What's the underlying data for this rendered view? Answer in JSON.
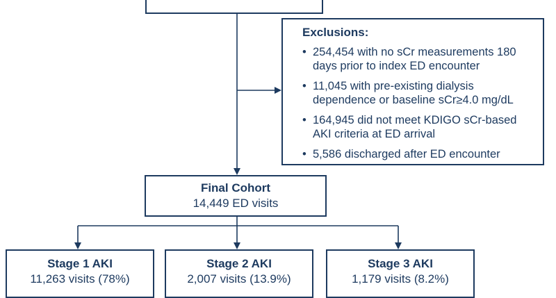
{
  "flowchart": {
    "exclusions": {
      "title": "Exclusions:",
      "items": [
        "254,454 with no sCr measurements 180 days prior to index ED encounter",
        "11,045 with pre-existing dialysis dependence or baseline sCr≥4.0 mg/dL",
        "164,945 did not meet KDIGO sCr-based AKI criteria at ED arrival",
        "5,586 discharged after ED encounter"
      ]
    },
    "final_cohort": {
      "title": "Final Cohort",
      "subtitle": "14,449 ED visits"
    },
    "stages": [
      {
        "title": "Stage 1 AKI",
        "subtitle": "11,263 visits (78%)"
      },
      {
        "title": "Stage 2 AKI",
        "subtitle": "2,007 visits (13.9%)"
      },
      {
        "title": "Stage 3 AKI",
        "subtitle": "1,179 visits (8.2%)"
      }
    ]
  },
  "colors": {
    "primary": "#1d3a5f",
    "background": "#ffffff"
  }
}
